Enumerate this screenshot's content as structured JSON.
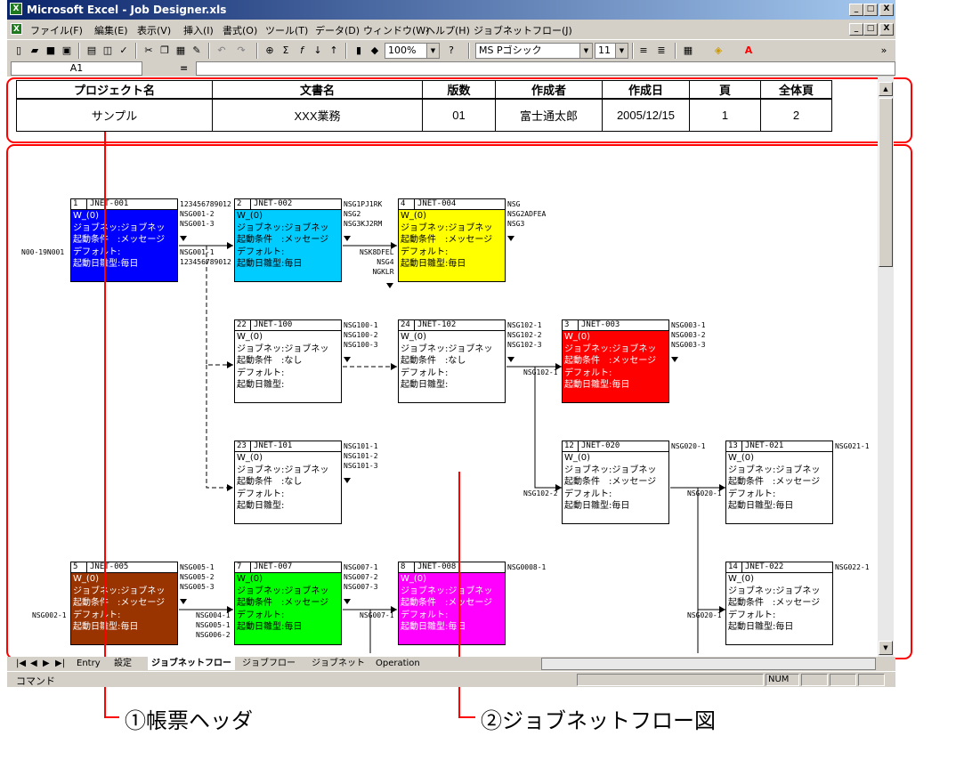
{
  "window": {
    "title": "Microsoft Excel - Job Designer.xls",
    "min": "_",
    "max": "□",
    "close": "X"
  },
  "menu": [
    "ファイル(F)",
    "編集(E)",
    "表示(V)",
    "挿入(I)",
    "書式(O)",
    "ツール(T)",
    "データ(D)",
    "ウィンドウ(W)",
    "ヘルプ(H)",
    "ジョブネットフロー(J)"
  ],
  "toolbar": {
    "zoom": "100%",
    "font": "MS Pゴシック",
    "size": "11"
  },
  "formula": {
    "cell": "A1",
    "eq": "="
  },
  "header_table": {
    "columns": [
      "プロジェクト名",
      "文書名",
      "版数",
      "作成者",
      "作成日",
      "頁",
      "全体頁"
    ],
    "values": [
      "サンプル",
      "XXX業務",
      "01",
      "富士通太郎",
      "2005/12/15",
      "1",
      "2"
    ]
  },
  "boxes": [
    {
      "id": "1",
      "name": "JNET-001",
      "color": "#0000ff",
      "text": "#ffffff",
      "lines": [
        "W_(0)",
        "ジョブネッ:ジョブネッ",
        "起動条件　:メッセージ",
        "デフォルト:",
        "起動日雛型:毎日"
      ]
    },
    {
      "id": "2",
      "name": "JNET-002",
      "color": "#00ccff",
      "text": "#000000",
      "lines": [
        "W_(0)",
        "ジョブネッ:ジョブネッ",
        "起動条件　:メッセージ",
        "デフォルト:",
        "起動日雛型:毎日"
      ]
    },
    {
      "id": "4",
      "name": "JNET-004",
      "color": "#ffff00",
      "text": "#000000",
      "lines": [
        "W_(0)",
        "ジョブネッ:ジョブネッ",
        "起動条件　:メッセージ",
        "デフォルト:",
        "起動日雛型:毎日"
      ]
    },
    {
      "id": "22",
      "name": "JNET-100",
      "color": "#ffffff",
      "text": "#000000",
      "lines": [
        "W_(0)",
        "ジョブネッ:ジョブネッ",
        "起動条件　:なし",
        "デフォルト:",
        "起動日雛型:"
      ]
    },
    {
      "id": "24",
      "name": "JNET-102",
      "color": "#ffffff",
      "text": "#000000",
      "lines": [
        "W_(0)",
        "ジョブネッ:ジョブネッ",
        "起動条件　:なし",
        "デフォルト:",
        "起動日雛型:"
      ]
    },
    {
      "id": "3",
      "name": "JNET-003",
      "color": "#ff0000",
      "text": "#ffffff",
      "lines": [
        "W_(0)",
        "ジョブネッ:ジョブネッ",
        "起動条件　:メッセージ",
        "デフォルト:",
        "起動日雛型:毎日"
      ]
    },
    {
      "id": "23",
      "name": "JNET-101",
      "color": "#ffffff",
      "text": "#000000",
      "lines": [
        "W_(0)",
        "ジョブネッ:ジョブネッ",
        "起動条件　:なし",
        "デフォルト:",
        "起動日雛型:"
      ]
    },
    {
      "id": "12",
      "name": "JNET-020",
      "color": "#ffffff",
      "text": "#000000",
      "lines": [
        "W_(0)",
        "ジョブネッ:ジョブネッ",
        "起動条件　:メッセージ",
        "デフォルト:",
        "起動日雛型:毎日"
      ]
    },
    {
      "id": "13",
      "name": "JNET-021",
      "color": "#ffffff",
      "text": "#000000",
      "lines": [
        "W_(0)",
        "ジョブネッ:ジョブネッ",
        "起動条件　:メッセージ",
        "デフォルト:",
        "起動日雛型:毎日"
      ]
    },
    {
      "id": "5",
      "name": "JNET-005",
      "color": "#993300",
      "text": "#ffffff",
      "lines": [
        "W_(0)",
        "ジョブネッ:ジョブネッ",
        "起動条件　:メッセージ",
        "デフォルト:",
        "起動日雛型:毎日"
      ]
    },
    {
      "id": "7",
      "name": "JNET-007",
      "color": "#00ff00",
      "text": "#000000",
      "lines": [
        "W_(0)",
        "ジョブネッ:ジョブネッ",
        "起動条件　:メッセージ",
        "デフォルト:",
        "起動日雛型:毎日"
      ]
    },
    {
      "id": "8",
      "name": "JNET-008",
      "color": "#ff00ff",
      "text": "#ffffff",
      "lines": [
        "W_(0)",
        "ジョブネッ:ジョブネッ",
        "起動条件　:メッセージ",
        "デフォルト:",
        "起動日雛型:毎日"
      ]
    },
    {
      "id": "14",
      "name": "JNET-022",
      "color": "#ffffff",
      "text": "#000000",
      "lines": [
        "W_(0)",
        "ジョブネッ:ジョブネッ",
        "起動条件　:メッセージ",
        "デフォルト:",
        "起動日雛型:毎日"
      ]
    }
  ],
  "labels": {
    "b1r": "123456789012\nNSG001-2\nNSG001-3",
    "b1l": "N00-19N001",
    "b2in": "NSG001-1\n123456789012",
    "b2r": "NSG1PJ1RK\nNSG2\nNSG3KJ2RM",
    "b4in": "NSK8DFEL\nNSG4\nNGKLR",
    "b4r": "NSG\nNSG2ADFEA\nNSG3",
    "b22r": "NSG100-1\nNSG100-2\nNSG100-3",
    "b24r": "NSG102-1\nNSG102-2\nNSG102-3",
    "b3in": "NSG102-1",
    "b3r": "NSG003-1\nNSG003-2\nNSG003-3",
    "b23r": "NSG101-1\nNSG101-2\nNSG101-3",
    "b12in": "NSG102-2",
    "b12r": "NSG020-1",
    "b13in": "NSG020-1",
    "b13r": "NSG021-1",
    "b5l": "NSG002-1",
    "b5r": "NSG005-1\nNSG005-2\nNSG005-3",
    "b7in": "NSG004-1\nNSG005-1\nNSG006-2",
    "b7r": "NSG007-1\nNSG007-2\nNSG007-3",
    "b8in": "NSG007-1",
    "b8r": "NSG0008-1",
    "b14in": "NSG020-1",
    "b14r": "NSG022-1"
  },
  "tabs": [
    "Entry",
    "設定",
    "ジョブネットフロー",
    "ジョブフロー",
    "ジョブネット",
    "Operation"
  ],
  "status": {
    "mode": "コマンド",
    "num": "NUM"
  },
  "annotations": {
    "a1": "①帳票ヘッダ",
    "a2": "②ジョブネットフロー図"
  }
}
